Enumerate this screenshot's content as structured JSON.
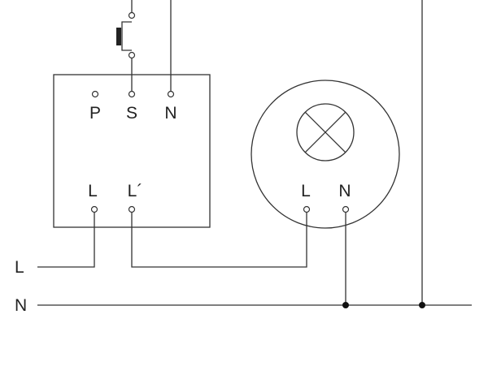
{
  "relay": {
    "terminals": {
      "p": "P",
      "s": "S",
      "n": "N",
      "l": "L",
      "l_out": "L´"
    }
  },
  "lamp": {
    "terminals": {
      "l": "L",
      "n": "N"
    }
  },
  "supply": {
    "line": "L",
    "neutral": "N"
  },
  "colors": {
    "stroke": "#333333",
    "text": "#222222",
    "background": "#ffffff"
  }
}
